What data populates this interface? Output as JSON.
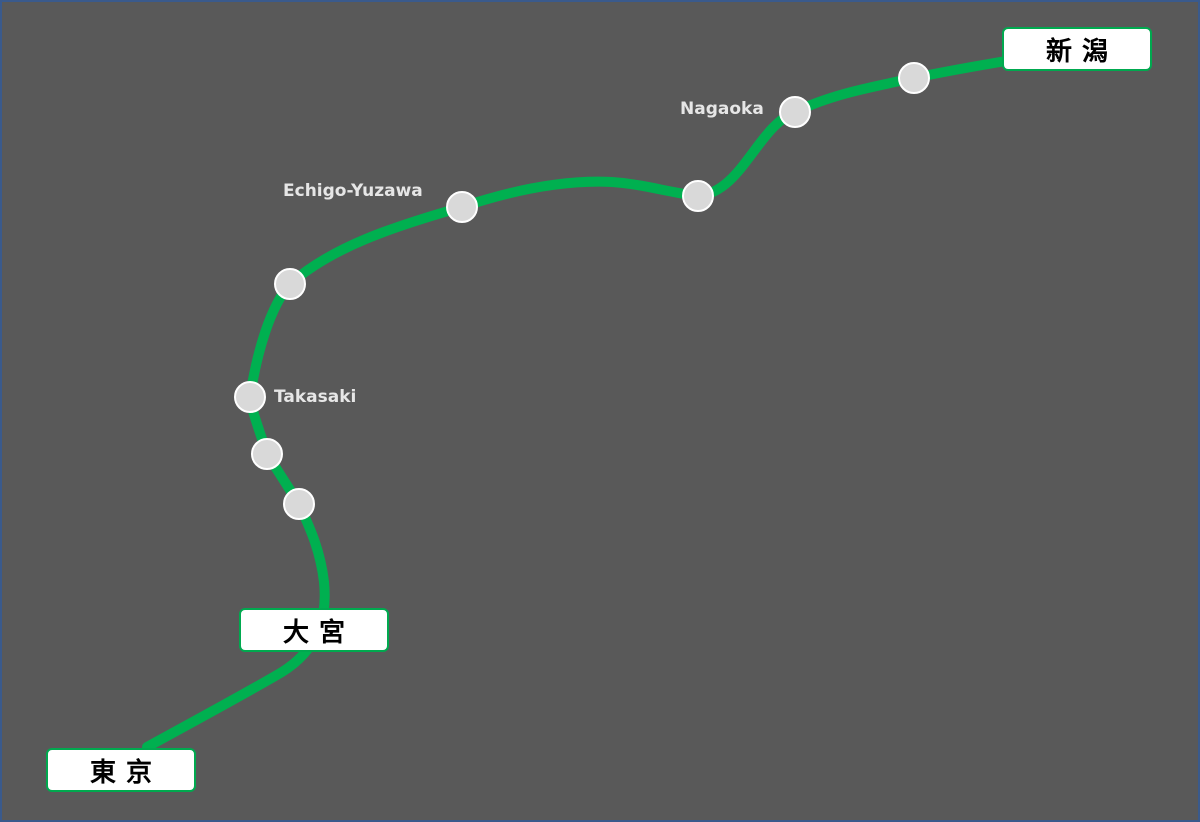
{
  "colors": {
    "background": "#595959",
    "route_line": "#00b050",
    "stop_fill": "#d9d9d9",
    "stop_outline": "#ffffff",
    "terminal_border": "#00a94f",
    "label_text": "#e6e6e6"
  },
  "terminals": {
    "tokyo": "東京",
    "omiya": "大宮",
    "niigata": "新潟"
  },
  "stations": {
    "takasaki": "Takasaki",
    "echigo_yuzawa": "Echigo-Yuzawa",
    "nagaoka": "Nagaoka"
  }
}
